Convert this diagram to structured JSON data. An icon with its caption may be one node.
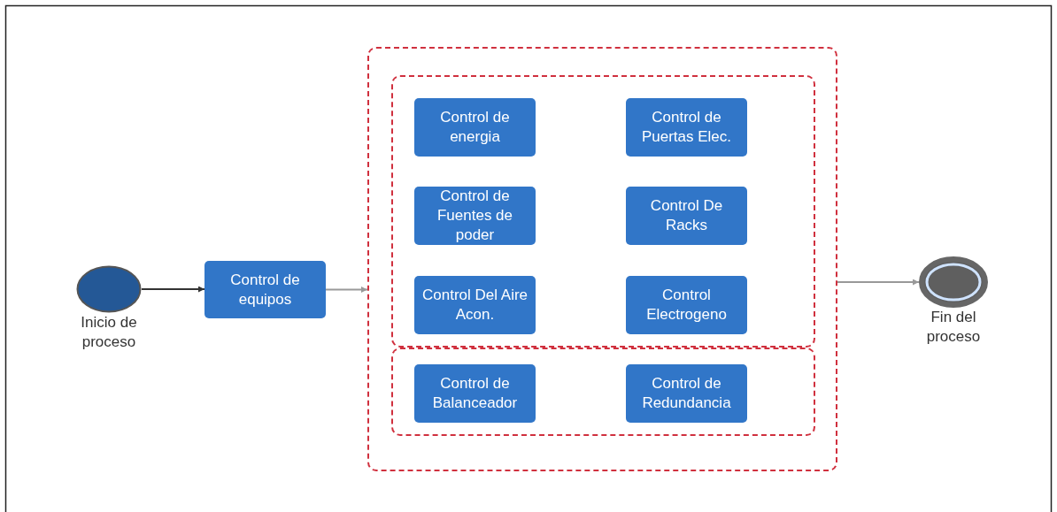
{
  "diagram": {
    "nodes": [
      {
        "text": [
          "Inicio de proceso"
        ]
      },
      {
        "text": [
          "Control de equipos"
        ]
      },
      {
        "text": [],
        "shape": "box"
      },
      {
        "text": [],
        "shape": "box",
        "in": 2
      },
      {
        "text": [],
        "shape": "box",
        "in": 2
      },
      {
        "text": [
          "Control de energia"
        ],
        "in": 3
      },
      {
        "text": [
          "Control de Puertas Elec."
        ],
        "in": 3
      },
      {
        "text": [
          "Control de Fuentes de poder"
        ],
        "in": 3
      },
      {
        "text": [
          "Control De Racks"
        ],
        "in": 3
      },
      {
        "text": [
          "Control Del Aire Acon."
        ],
        "in": 3
      },
      {
        "text": [
          "Control Electrogeno"
        ],
        "in": 3
      },
      {
        "text": [
          "Control de Balanceador"
        ],
        "in": 4
      },
      {
        "text": [
          "Control de Redundancia"
        ],
        "in": 4
      },
      {
        "text": [
          "Fin del proceso"
        ]
      }
    ],
    "edges": [
      {
        "from": 0,
        "to": 1,
        "arrow": "to",
        "color": "#333333"
      },
      {
        "from": 1,
        "to": 2,
        "arrow": "to"
      },
      {
        "from": 2,
        "to": 13,
        "arrow": "to"
      }
    ]
  }
}
